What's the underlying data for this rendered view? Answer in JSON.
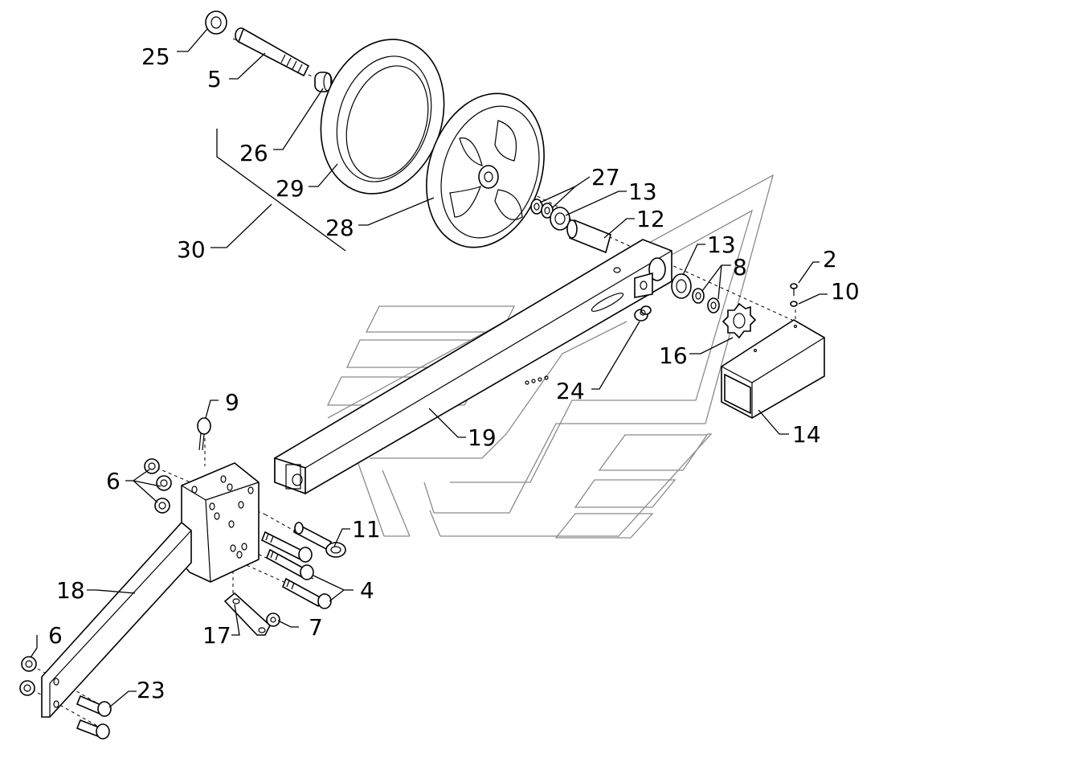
{
  "diagram": {
    "labels": {
      "p2": "2",
      "p4": "4",
      "p5": "5",
      "p6a": "6",
      "p6b": "6",
      "p7": "7",
      "p8": "8",
      "p9": "9",
      "p10": "10",
      "p11": "11",
      "p12": "12",
      "p13a": "13",
      "p13b": "13",
      "p14": "14",
      "p16": "16",
      "p17": "17",
      "p18": "18",
      "p19": "19",
      "p23": "23",
      "p24": "24",
      "p25": "25",
      "p26": "26",
      "p27": "27",
      "p28": "28",
      "p29": "29",
      "p30": "30"
    },
    "colors": {
      "line": "#000000",
      "watermark": "#8a8a8a",
      "background": "#ffffff"
    }
  }
}
